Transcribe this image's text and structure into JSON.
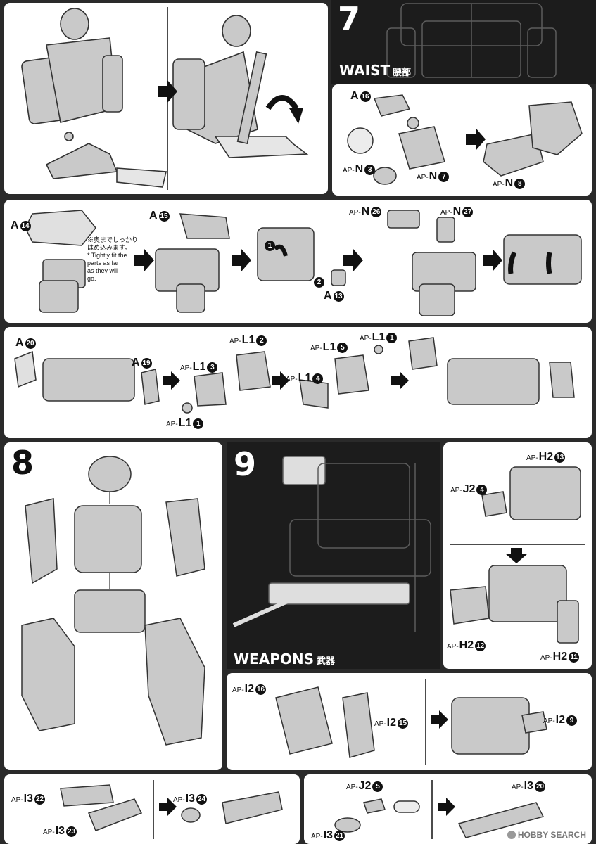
{
  "step7": {
    "number": "7",
    "title": "WAIST",
    "title_jp": "腰部"
  },
  "step8": {
    "number": "8"
  },
  "step9": {
    "number": "9",
    "title": "WEAPONS",
    "title_jp": "武器"
  },
  "note": {
    "jp_line1": "※奥までしっかり",
    "jp_line2": "はめ込みます。",
    "en_line1": "* Tightly fit the",
    "en_line2": "parts as far",
    "en_line3": "as they will",
    "en_line4": "go."
  },
  "labels": {
    "a16": {
      "pre": "",
      "main": "A",
      "num": "16"
    },
    "apn3": {
      "pre": "AP-",
      "main": "N",
      "num": "3"
    },
    "apn7": {
      "pre": "AP-",
      "main": "N",
      "num": "7"
    },
    "apn8": {
      "pre": "AP-",
      "main": "N",
      "num": "8"
    },
    "a14": {
      "pre": "",
      "main": "A",
      "num": "14"
    },
    "a15": {
      "pre": "",
      "main": "A",
      "num": "15"
    },
    "a13": {
      "pre": "",
      "main": "A",
      "num": "13"
    },
    "apn26": {
      "pre": "AP-",
      "main": "N",
      "num": "26"
    },
    "apn27": {
      "pre": "AP-",
      "main": "N",
      "num": "27"
    },
    "a20": {
      "pre": "",
      "main": "A",
      "num": "20"
    },
    "a19": {
      "pre": "",
      "main": "A",
      "num": "19"
    },
    "apl12": {
      "pre": "AP-",
      "main": "L1",
      "num": "2"
    },
    "apl13": {
      "pre": "AP-",
      "main": "L1",
      "num": "3"
    },
    "apl11a": {
      "pre": "AP-",
      "main": "L1",
      "num": "1"
    },
    "apl15": {
      "pre": "AP-",
      "main": "L1",
      "num": "5"
    },
    "apl11b": {
      "pre": "AP-",
      "main": "L1",
      "num": "1"
    },
    "apl14": {
      "pre": "AP-",
      "main": "L1",
      "num": "4"
    },
    "aph213": {
      "pre": "AP-",
      "main": "H2",
      "num": "13"
    },
    "apj24": {
      "pre": "AP-",
      "main": "J2",
      "num": "4"
    },
    "aph212": {
      "pre": "AP-",
      "main": "H2",
      "num": "12"
    },
    "aph211": {
      "pre": "AP-",
      "main": "H2",
      "num": "11"
    },
    "api216": {
      "pre": "AP-",
      "main": "I2",
      "num": "16"
    },
    "api215": {
      "pre": "AP-",
      "main": "I2",
      "num": "15"
    },
    "api29": {
      "pre": "AP-",
      "main": "I2",
      "num": "9"
    },
    "api322": {
      "pre": "AP-",
      "main": "I3",
      "num": "22"
    },
    "api323": {
      "pre": "AP-",
      "main": "I3",
      "num": "23"
    },
    "api324": {
      "pre": "AP-",
      "main": "I3",
      "num": "24"
    },
    "apj25": {
      "pre": "AP-",
      "main": "J2",
      "num": "5"
    },
    "api321": {
      "pre": "AP-",
      "main": "I3",
      "num": "21"
    },
    "api320": {
      "pre": "AP-",
      "main": "I3",
      "num": "20"
    }
  },
  "step_markers": {
    "one": "1",
    "two": "2"
  },
  "watermark": "HOBBY SEARCH",
  "colors": {
    "part_fill": "#c9c9c9",
    "part_stroke": "#333333",
    "panel_bg": "#ffffff",
    "page_bg": "#2a2a2a"
  }
}
